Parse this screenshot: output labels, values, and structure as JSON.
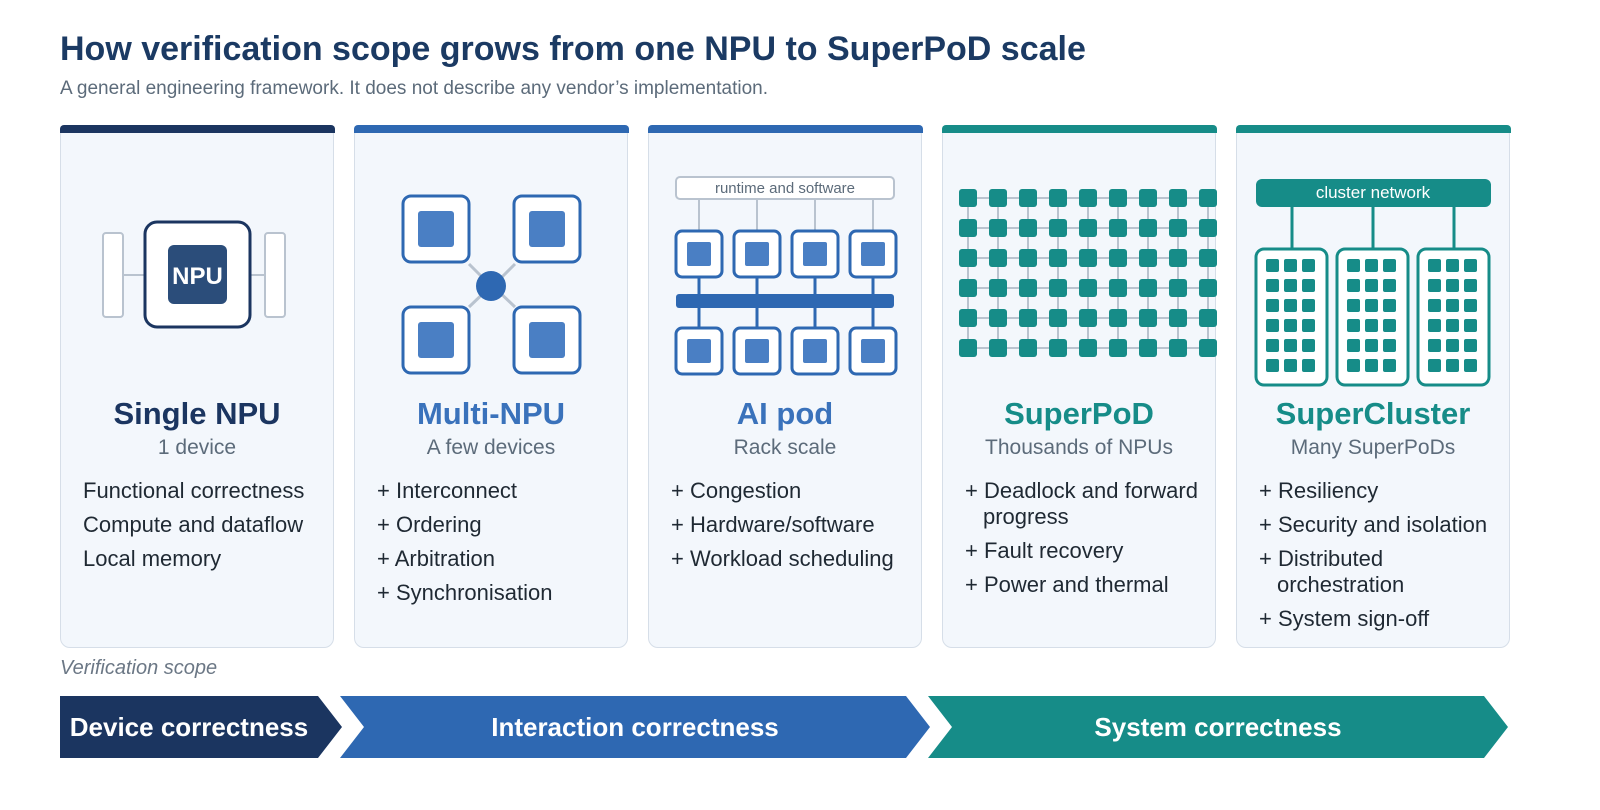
{
  "title": "How verification scope grows from one NPU to SuperPoD scale",
  "subtitle": "A general engineering framework. It does not describe any vendor’s implementation.",
  "colors": {
    "navy": "#1b3560",
    "blue": "#2e68b2",
    "teal": "#168c88",
    "card_bg": "#f3f7fc"
  },
  "stages": [
    {
      "title": "Single NPU",
      "subtitle": "1 device",
      "chip_label": "NPU",
      "items": [
        "Functional correctness",
        "Compute and dataflow",
        "Local memory"
      ]
    },
    {
      "title": "Multi-NPU",
      "subtitle": "A few devices",
      "items": [
        "+ Interconnect",
        "+ Ordering",
        "+ Arbitration",
        "+ Synchronisation"
      ]
    },
    {
      "title": "AI pod",
      "subtitle": "Rack scale",
      "runtime_label": "runtime and software",
      "items": [
        "+ Congestion",
        "+ Hardware/software",
        "+ Workload scheduling"
      ]
    },
    {
      "title": "SuperPoD",
      "subtitle": "Thousands of NPUs",
      "items": [
        "+ Deadlock and forward progress",
        "+ Fault recovery",
        "+ Power and thermal"
      ]
    },
    {
      "title": "SuperCluster",
      "subtitle": "Many SuperPoDs",
      "network_label": "cluster network",
      "items": [
        "+ Resiliency",
        "+ Security and isolation",
        "+ Distributed orchestration",
        "+ System sign-off"
      ]
    }
  ],
  "scope_label": "Verification scope",
  "phases": [
    "Device correctness",
    "Interaction correctness",
    "System correctness"
  ]
}
